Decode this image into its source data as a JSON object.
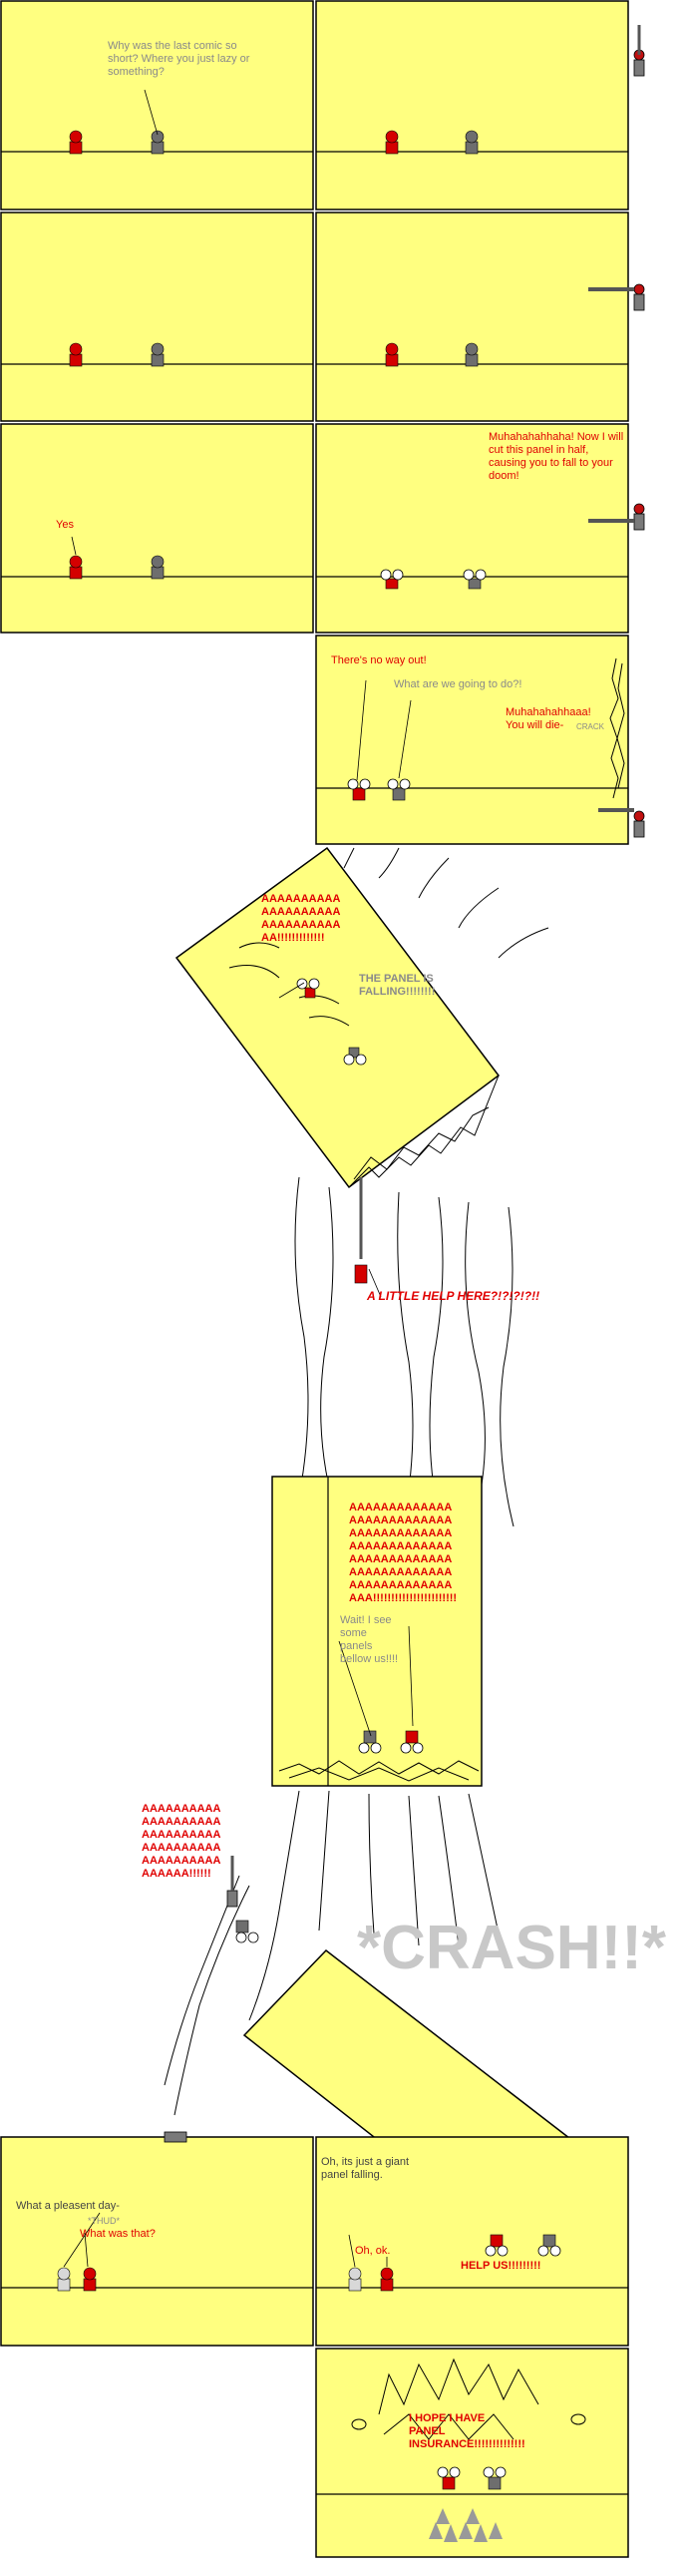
{
  "comic": {
    "dialogue": {
      "p1_question": "Why was the last comic so short? Where you just lazy or something?",
      "p6_yes": "Yes",
      "p6_villain": "Muhahahahhaha! Now I will cut this panel in half, causing you to fall to your doom!",
      "p7_no_way_out": "There's no way out!",
      "p7_what_do": "What are we going to do?!",
      "p7_villain": "Muhahahahhaaa! You will die-",
      "p7_crack": "CRACK",
      "p8_scream": "AAAAAAAAAA AAAAAAAAAA AAAAAAAAAA AA!!!!!!!!!!!!!",
      "p8_falling": "THE PANEL IS FALLING!!!!!!!!",
      "p9_help": "A LITTLE HELP HERE?!?!?!?!!",
      "p10_scream": "AAAAAAAAAAAAA AAAAAAAAAAAAA AAAAAAAAAAAAA AAAAAAAAAAAAA AAAAAAAAAAAAA AAAAAAAAAAAAA AAAAAAAAAAAAA AAA!!!!!!!!!!!!!!!!!!!!!!!",
      "p10_wait": "Wait! I see some panels bellow us!!!!",
      "p11_scream": "AAAAAAAAAA AAAAAAAAAA AAAAAAAAAA AAAAAAAAAA AAAAAAAAAA AAAAAA!!!!!!",
      "crash": "*CRASH!!*",
      "p12_pleasant": "What a pleasent day-",
      "p12_thud": "*THUD*",
      "p12_what": "What was that?",
      "p13_giant": "Oh, its just a giant panel falling.",
      "p13_ok": "Oh, ok.",
      "p13_help": "HELP US!!!!!!!!!",
      "p14_insurance": "I HOPE I HAVE PANEL INSURANCE!!!!!!!!!!!!!!"
    },
    "colors": {
      "panel": "#ffff80",
      "hero": "#d40000",
      "sidekick": "#6e6e6e",
      "villain": "#7a7a7a",
      "speech_red": "#e00000",
      "speech_gray": "#8a8a8a"
    }
  }
}
